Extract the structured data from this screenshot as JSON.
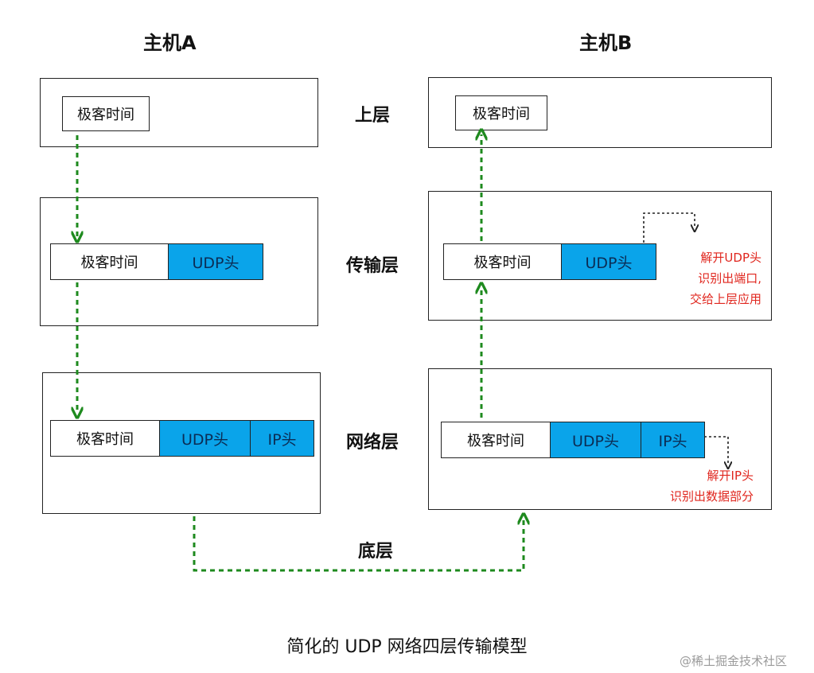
{
  "host_a": {
    "title": "主机A"
  },
  "host_b": {
    "title": "主机B"
  },
  "layers": {
    "upper": "上层",
    "transport": "传输层",
    "network": "网络层",
    "bottom": "底层"
  },
  "packet": {
    "data": "极客时间",
    "udp_header": "UDP头",
    "ip_header": "IP头"
  },
  "notes": {
    "udp": [
      "解开UDP头",
      "识别出端口,",
      "交给上层应用"
    ],
    "ip": [
      "解开IP头",
      "识别出数据部分"
    ]
  },
  "caption": "简化的 UDP 网络四层传输模型",
  "watermark": "@稀土掘金技术社区",
  "colors": {
    "arrow_green": "#1e8a1e",
    "header_blue": "#0aa4ea",
    "note_red": "#e0261e"
  }
}
